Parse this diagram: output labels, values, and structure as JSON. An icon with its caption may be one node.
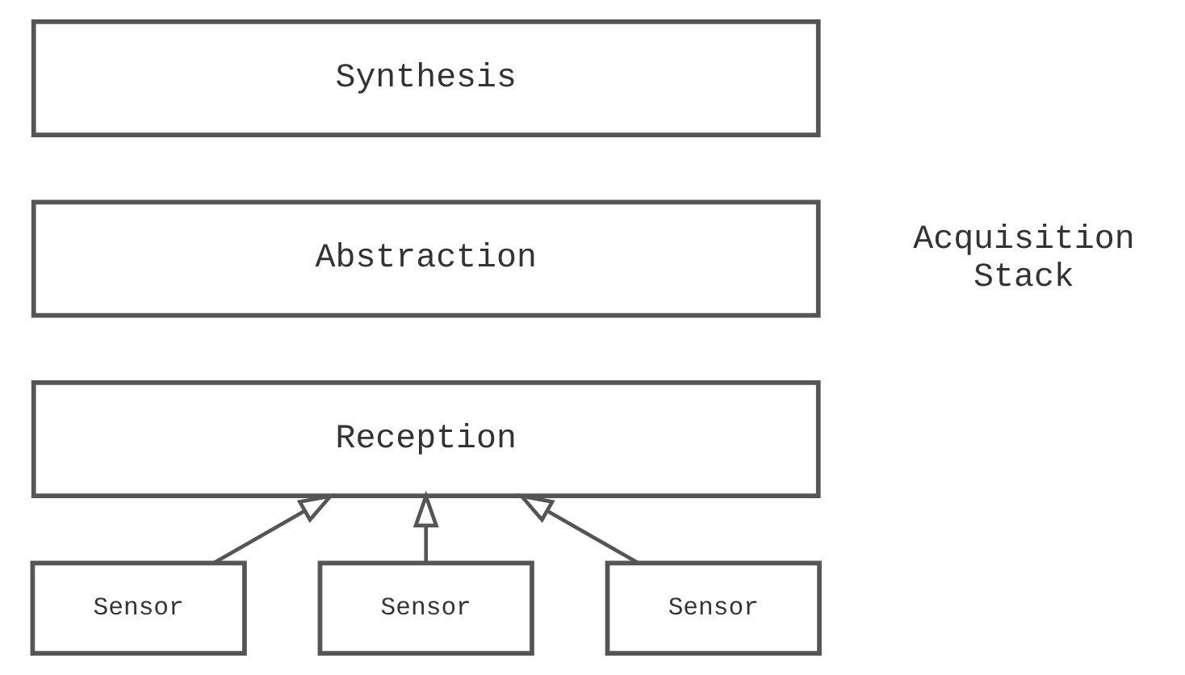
{
  "diagram": {
    "nodes": [
      {
        "text": [
          "Synthesis"
        ]
      },
      {
        "text": [
          "Abstraction"
        ]
      },
      {
        "text": [
          "Reception"
        ]
      },
      {
        "text": [
          "Sensor"
        ]
      },
      {
        "text": [
          "Sensor"
        ]
      },
      {
        "text": [
          "Sensor"
        ]
      }
    ],
    "edges": [
      {
        "from": 3,
        "to": 2,
        "arrow": "to"
      },
      {
        "from": 4,
        "to": 2,
        "arrow": "to"
      },
      {
        "from": 5,
        "to": 2,
        "arrow": "to"
      }
    ],
    "labels": [
      "Acquisition Stack"
    ]
  }
}
